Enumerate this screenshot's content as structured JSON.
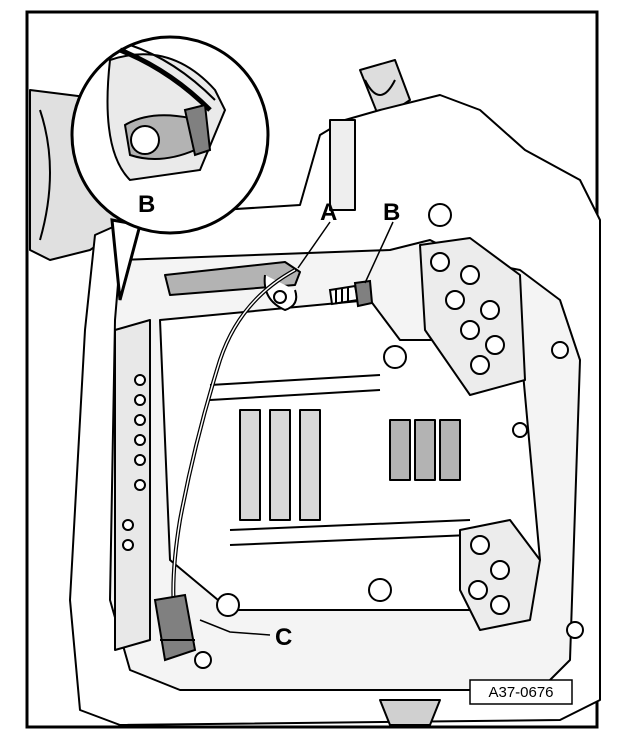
{
  "labels": {
    "a": "A",
    "b_main": "B",
    "b_detail": "B",
    "c": "C"
  },
  "figure_ref": "A37-0676",
  "colors": {
    "line": "#000000",
    "part_fill": "#ffffff",
    "shade_light": "#d9d9d9",
    "shade_mid": "#b3b3b3",
    "shade_dark": "#808080"
  }
}
